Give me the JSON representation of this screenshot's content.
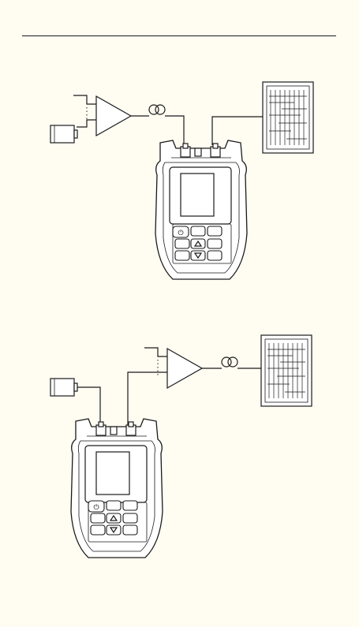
{
  "figure": {
    "top_panel": {
      "devices": [
        "optical-amplifier",
        "fiber-spool",
        "light-source",
        "power-meter",
        "patch-panel"
      ]
    },
    "bottom_panel": {
      "devices": [
        "optical-amplifier",
        "fiber-spool",
        "light-source",
        "power-meter",
        "patch-panel"
      ]
    }
  },
  "footer_text": "… … … … … …"
}
